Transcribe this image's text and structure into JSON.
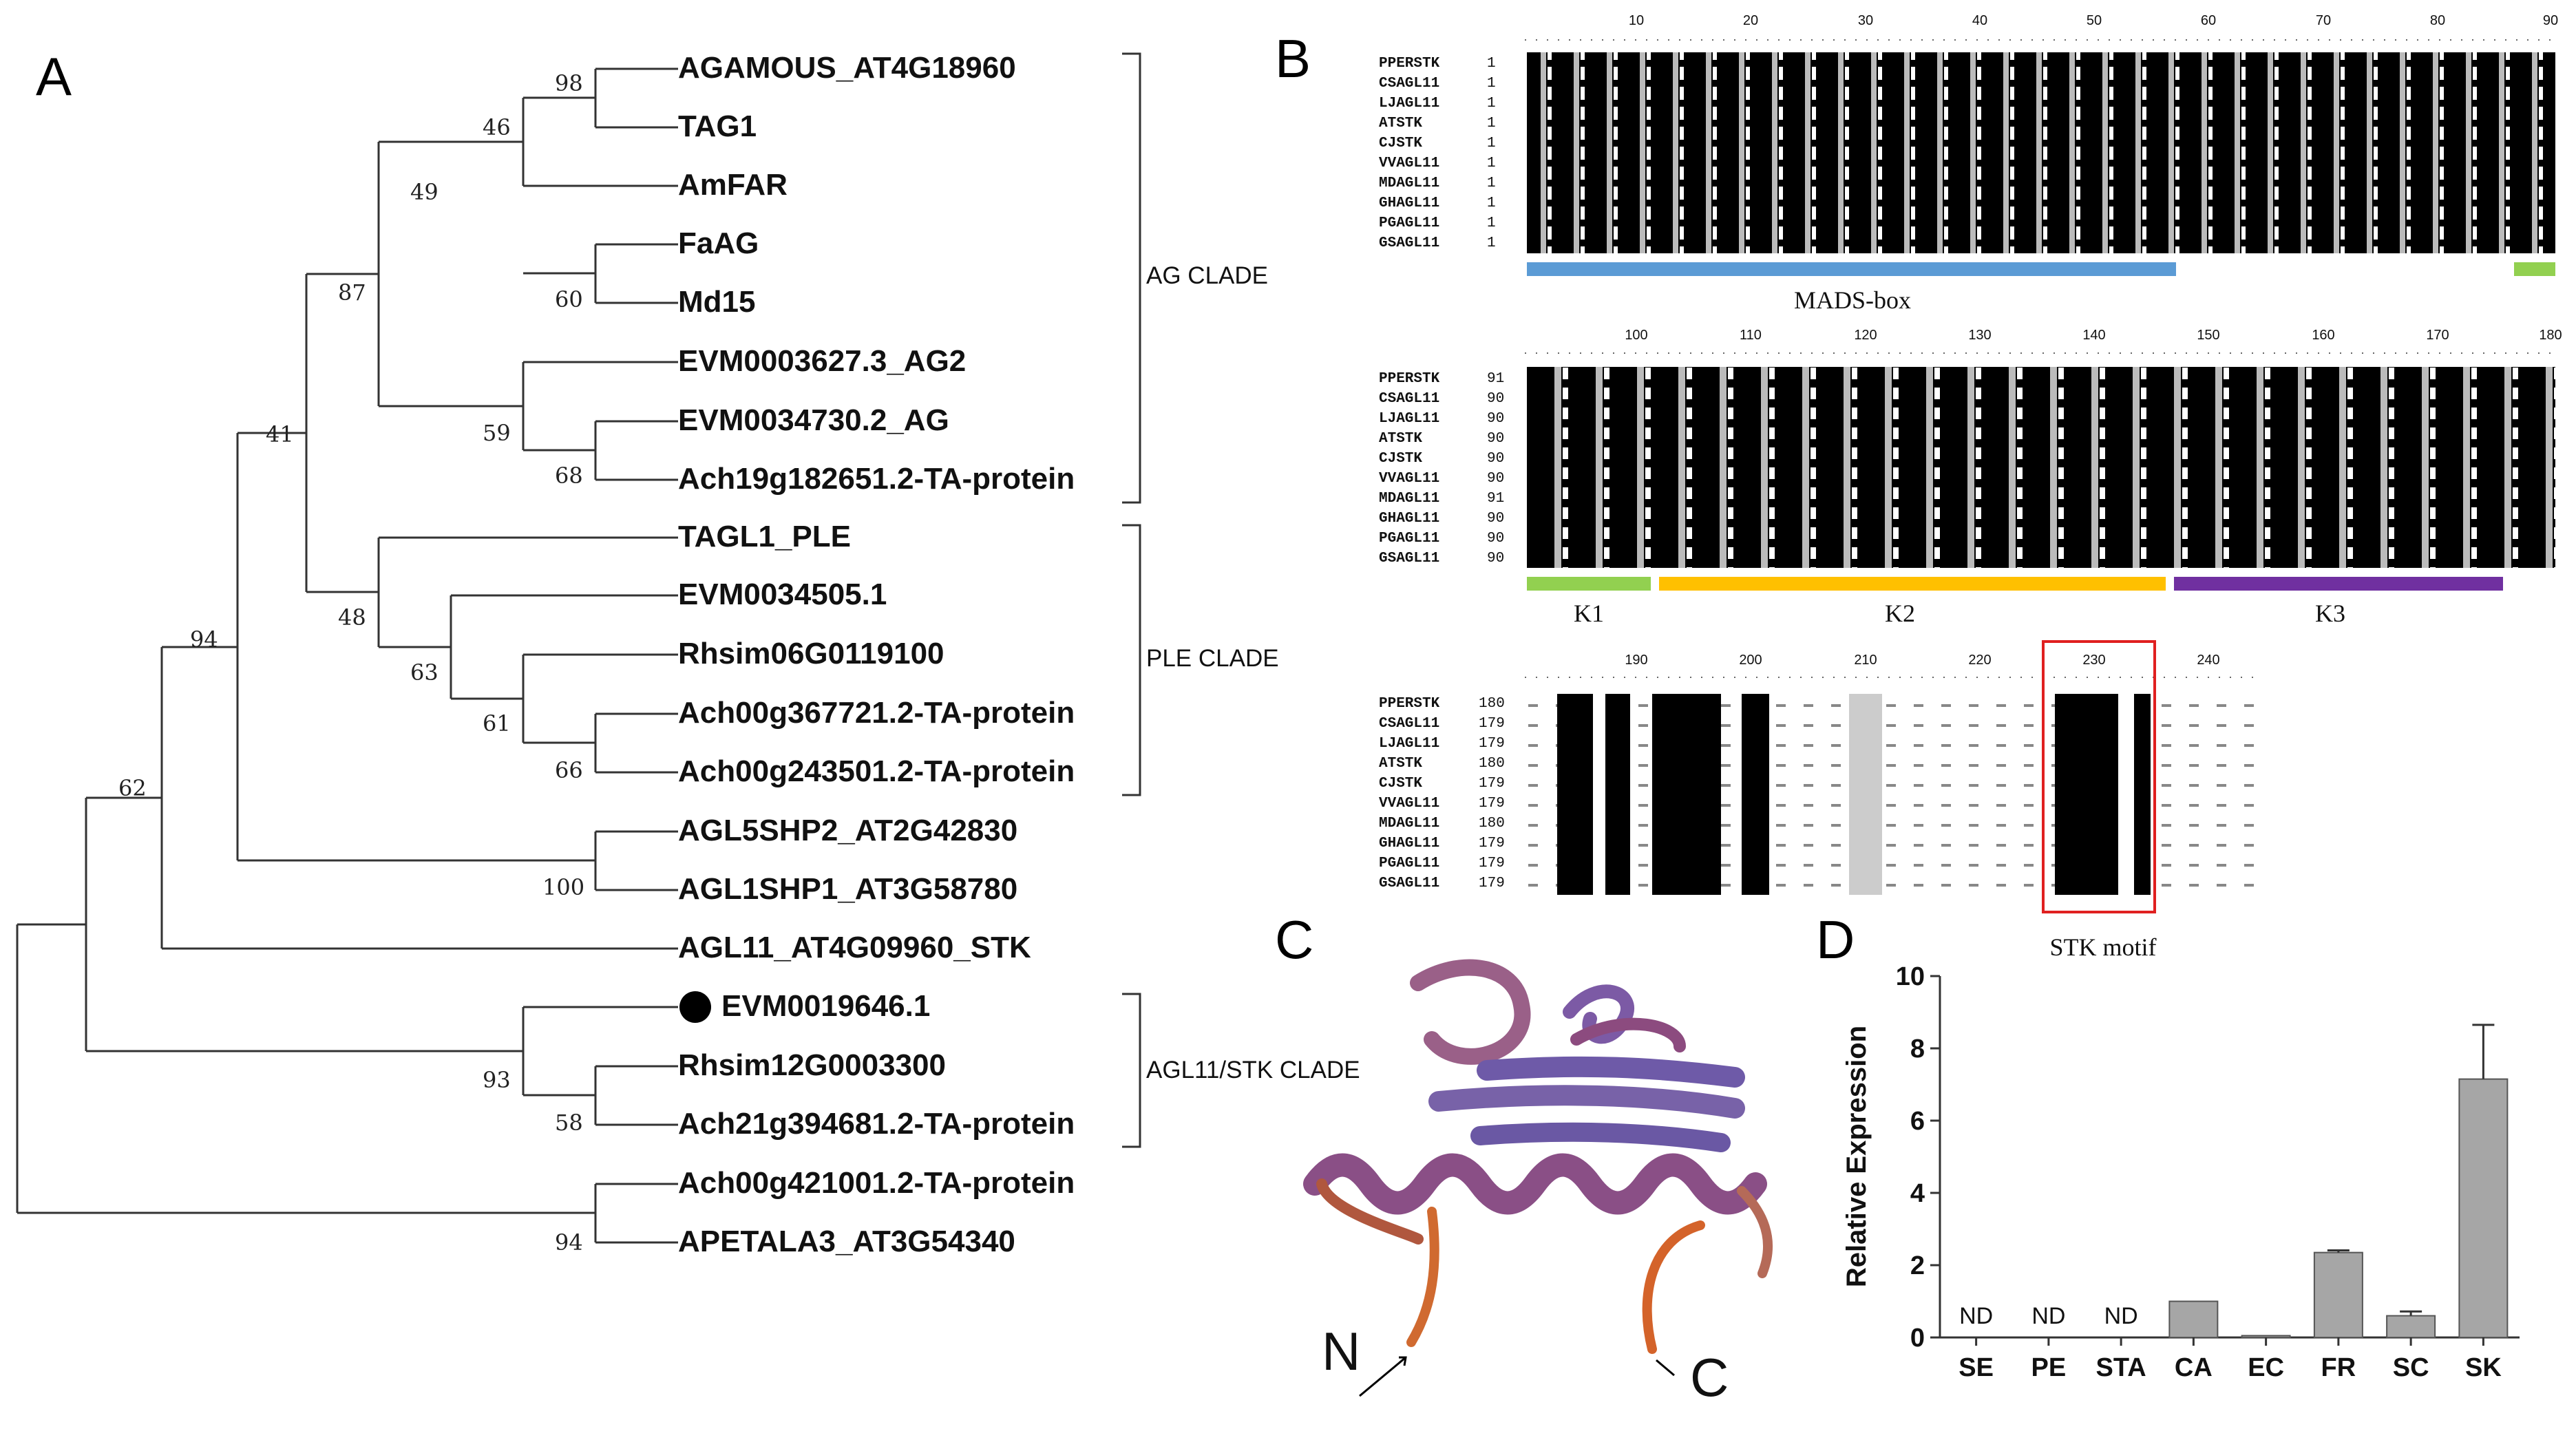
{
  "panels": {
    "A": "A",
    "B": "B",
    "C": "C",
    "D": "D"
  },
  "tree": {
    "leaves": [
      "AGAMOUS_AT4G18960",
      "TAG1",
      "AmFAR",
      "FaAG",
      "Md15",
      "EVM0003627.3_AG2",
      "EVM0034730.2_AG",
      "Ach19g182651.2-TA-protein",
      "TAGL1_PLE",
      "EVM0034505.1",
      "Rhsim06G0119100",
      "Ach00g367721.2-TA-protein",
      "Ach00g243501.2-TA-protein",
      "AGL5SHP2_AT2G42830",
      "AGL1SHP1_AT3G58780",
      "AGL11_AT4G09960_STK",
      "EVM0019646.1",
      "Rhsim12G0003300",
      "Ach21g394681.2-TA-protein",
      "Ach00g421001.2-TA-protein",
      "APETALA3_AT3G54340"
    ],
    "bootstrap": [
      "98",
      "46",
      "49",
      "60",
      "87",
      "59",
      "68",
      "41",
      "48",
      "63",
      "61",
      "66",
      "94",
      "100",
      "62",
      "93",
      "58",
      "94"
    ],
    "clades": [
      "AG CLADE",
      "PLE CLADE",
      "AGL11/STK CLADE"
    ],
    "highlighted_leaf": "EVM0019646.1"
  },
  "alignment": {
    "sequences": [
      "PPERSTK",
      "CSAGL11",
      "LJAGL11",
      "ATSTK",
      "CJSTK",
      "VVAGL11",
      "MDAGL11",
      "GHAGL11",
      "PGAGL11",
      "GSAGL11"
    ],
    "blocks": [
      {
        "ruler": [
          "10",
          "20",
          "30",
          "40",
          "50",
          "60",
          "70",
          "80",
          "90"
        ],
        "starts": [
          "1",
          "1",
          "1",
          "1",
          "1",
          "1",
          "1",
          "1",
          "1",
          "1"
        ],
        "domains": [
          "MADS-box"
        ]
      },
      {
        "ruler": [
          "100",
          "110",
          "120",
          "130",
          "140",
          "150",
          "160",
          "170",
          "180"
        ],
        "starts": [
          "91",
          "90",
          "90",
          "90",
          "90",
          "90",
          "91",
          "90",
          "90",
          "90"
        ],
        "domains": [
          "K1",
          "K2",
          "K3"
        ]
      },
      {
        "ruler": [
          "190",
          "200",
          "210",
          "220",
          "230",
          "240"
        ],
        "starts": [
          "180",
          "179",
          "179",
          "180",
          "179",
          "179",
          "180",
          "179",
          "179",
          "179"
        ],
        "motif": "STK motif"
      }
    ],
    "colors": {
      "madsbox": "#5b9bd5",
      "k1": "#92d050",
      "k2": "#ffc000",
      "k3": "#7030a0",
      "motif_box": "#e02020"
    }
  },
  "structure": {
    "n_label": "N",
    "c_label": "C"
  },
  "chart_data": {
    "type": "bar",
    "categories": [
      "SE",
      "PE",
      "STA",
      "CA",
      "EC",
      "FR",
      "SC",
      "SK"
    ],
    "values": [
      null,
      null,
      null,
      1.0,
      0.05,
      2.35,
      0.6,
      7.15
    ],
    "errors": [
      null,
      null,
      null,
      0.0,
      0.0,
      0.06,
      0.12,
      1.5
    ],
    "annotations": [
      "ND",
      "ND",
      "ND",
      "",
      "",
      "",
      "",
      ""
    ],
    "ylabel": "Relative Expression",
    "xlabel": "",
    "ylim": [
      0,
      10
    ],
    "yticks": [
      "0",
      "2",
      "4",
      "6",
      "8",
      "10"
    ],
    "bar_color": "#a6a6a6"
  }
}
